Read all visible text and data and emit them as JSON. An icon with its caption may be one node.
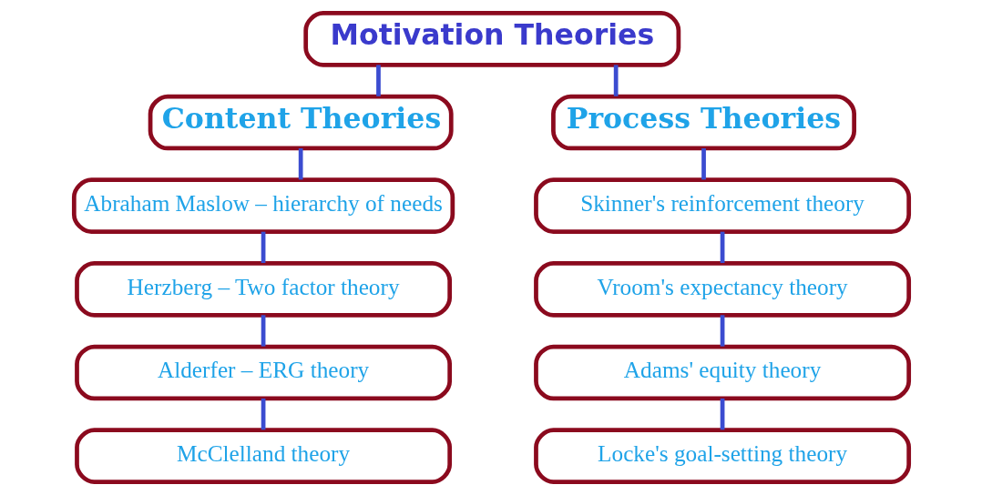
{
  "diagram": {
    "nodes": [
      {
        "text": [
          "Motivation Theories"
        ]
      },
      {
        "text": [
          "Content Theories"
        ]
      },
      {
        "text": [
          "Process Theories"
        ]
      },
      {
        "text": [
          "Abraham Maslow – hierarchy of needs"
        ]
      },
      {
        "text": [
          "Herzberg – Two factor theory"
        ]
      },
      {
        "text": [
          "Alderfer – ERG theory"
        ]
      },
      {
        "text": [
          "McClelland theory"
        ]
      },
      {
        "text": [
          "Skinner's reinforcement theory"
        ]
      },
      {
        "text": [
          "Vroom's expectancy theory"
        ]
      },
      {
        "text": [
          "Adams' equity theory"
        ]
      },
      {
        "text": [
          "Locke's goal-setting theory"
        ]
      }
    ],
    "edges": [
      {
        "from": 0,
        "to": 1,
        "arrow": "none"
      },
      {
        "from": 0,
        "to": 2,
        "arrow": "none"
      },
      {
        "from": 1,
        "to": 3,
        "arrow": "none"
      },
      {
        "from": 3,
        "to": 4,
        "arrow": "none"
      },
      {
        "from": 4,
        "to": 5,
        "arrow": "none"
      },
      {
        "from": 5,
        "to": 6,
        "arrow": "none"
      },
      {
        "from": 2,
        "to": 7,
        "arrow": "none"
      },
      {
        "from": 7,
        "to": 8,
        "arrow": "none"
      },
      {
        "from": 8,
        "to": 9,
        "arrow": "none"
      },
      {
        "from": 9,
        "to": 10,
        "arrow": "none"
      }
    ]
  }
}
